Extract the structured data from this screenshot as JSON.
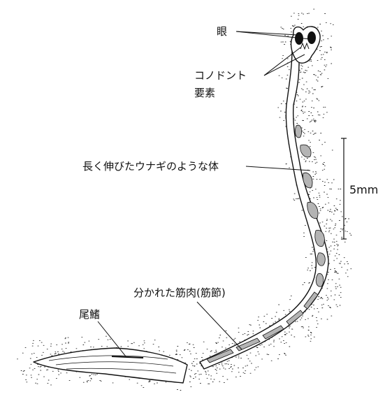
{
  "labels": {
    "eye": "眼",
    "conodont_line1": "コノドント",
    "conodont_line2": "要素",
    "elongated_body": "長く伸びたウナギのような体",
    "scale_bar": "5mm",
    "segmented_muscle": "分かれた筋肉(筋節)",
    "tail_fin": "尾鰭"
  },
  "colors": {
    "ink": "#111111",
    "pigment": "#b4b4b4",
    "paper": "#ffffff"
  }
}
